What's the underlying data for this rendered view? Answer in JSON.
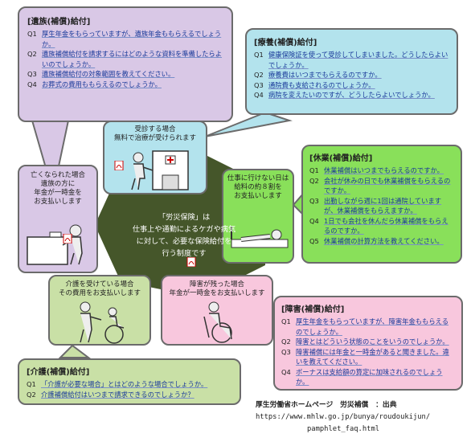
{
  "center": {
    "lines": [
      "「労災保険」は",
      "仕事上や通勤によるケガや病気",
      "に対して、必要な保険給付を",
      "行う制度です"
    ]
  },
  "groups": {
    "bereaved": {
      "title": "[遺族(補償)給付]",
      "items": [
        {
          "n": "Q1",
          "text": "厚生年金をもらっていますが、遺族年金ももらえるでしょうか。"
        },
        {
          "n": "Q2",
          "text": "遺族補償給付を請求するにはどのような資料を準備したらよいのでしょうか。"
        },
        {
          "n": "Q3",
          "text": "遺族補償給付の対象範囲を教えてください。"
        },
        {
          "n": "Q4",
          "text": "お葬式の費用ももらえるのでしょうか。"
        }
      ],
      "caption": [
        "亡くなられた場合",
        "遺族の方に",
        "年金が一時金を",
        "お支払いします"
      ]
    },
    "medical": {
      "title": "[療養(補償)給付]",
      "items": [
        {
          "n": "Q1",
          "text": "健康保険証を使って受診してしまいました。どうしたらよいでしょうか。"
        },
        {
          "n": "Q2",
          "text": "療養費はいつまでもらえるのですか。"
        },
        {
          "n": "Q3",
          "text": "通院費も支給されるのでしょうか。"
        },
        {
          "n": "Q4",
          "text": "病院を変えたいのですが、どうしたらよいでしょうか。"
        }
      ],
      "caption": [
        "受診する場合",
        "無料で治療が受けられます"
      ]
    },
    "leave": {
      "title": "[休業(補償)給付]",
      "items": [
        {
          "n": "Q1",
          "text": "休業補償はいつまでもらえるのですか。"
        },
        {
          "n": "Q2",
          "text": "会社が休みの日でも休業補償をもらえるのですか。"
        },
        {
          "n": "Q3",
          "text": "出勤しながら週に1回は通院していますが、休業補償をもらえますか。"
        },
        {
          "n": "Q4",
          "text": "1日でも会社を休んだら休業補償をもらえるのですか。"
        },
        {
          "n": "Q5",
          "text": "休業補償の計算方法を教えてください。"
        }
      ],
      "caption": [
        "仕事に行けない日は",
        "給料の約８割を",
        "お支払いします"
      ]
    },
    "disability": {
      "title": "[障害(補償)給付]",
      "items": [
        {
          "n": "Q1",
          "text": "厚生年金をもらっていますが、障害年金ももらえるのでしょうか。"
        },
        {
          "n": "Q2",
          "text": "障害とはどういう状態のことをいうのでしょうか。"
        },
        {
          "n": "Q3",
          "text": "障害補償には年金と一時金があると聞きました。違いを教えてください。"
        },
        {
          "n": "Q4",
          "text": "ボーナスは支給額の算定に加味されるのでしょうか。"
        }
      ],
      "caption": [
        "障害が残った場合",
        "年金が一時金をお支払いします"
      ]
    },
    "care": {
      "title": "[介護(補償)給付]",
      "items": [
        {
          "n": "Q1",
          "text": "「介護が必要な場合」とはどのような場合でしょうか。"
        },
        {
          "n": "Q2",
          "text": "介護補償給付はいつまで請求できるのでしょうか？"
        }
      ],
      "caption": [
        "介護を受けている場合",
        "その費用をお支払いします"
      ]
    }
  },
  "source": {
    "line1": "厚生労働省ホームページ　労災補償　：出典",
    "line2": "https://www.mhlw.go.jp/bunya/roudoukijun/",
    "line3": "pamphlet_faq.html"
  },
  "colors": {
    "bereaved": "#d9c8e6",
    "medical": "#b3e3ed",
    "leave": "#89e05a",
    "disability": "#f8c7dd",
    "care": "#c9e0a6",
    "center": "#45562a"
  }
}
